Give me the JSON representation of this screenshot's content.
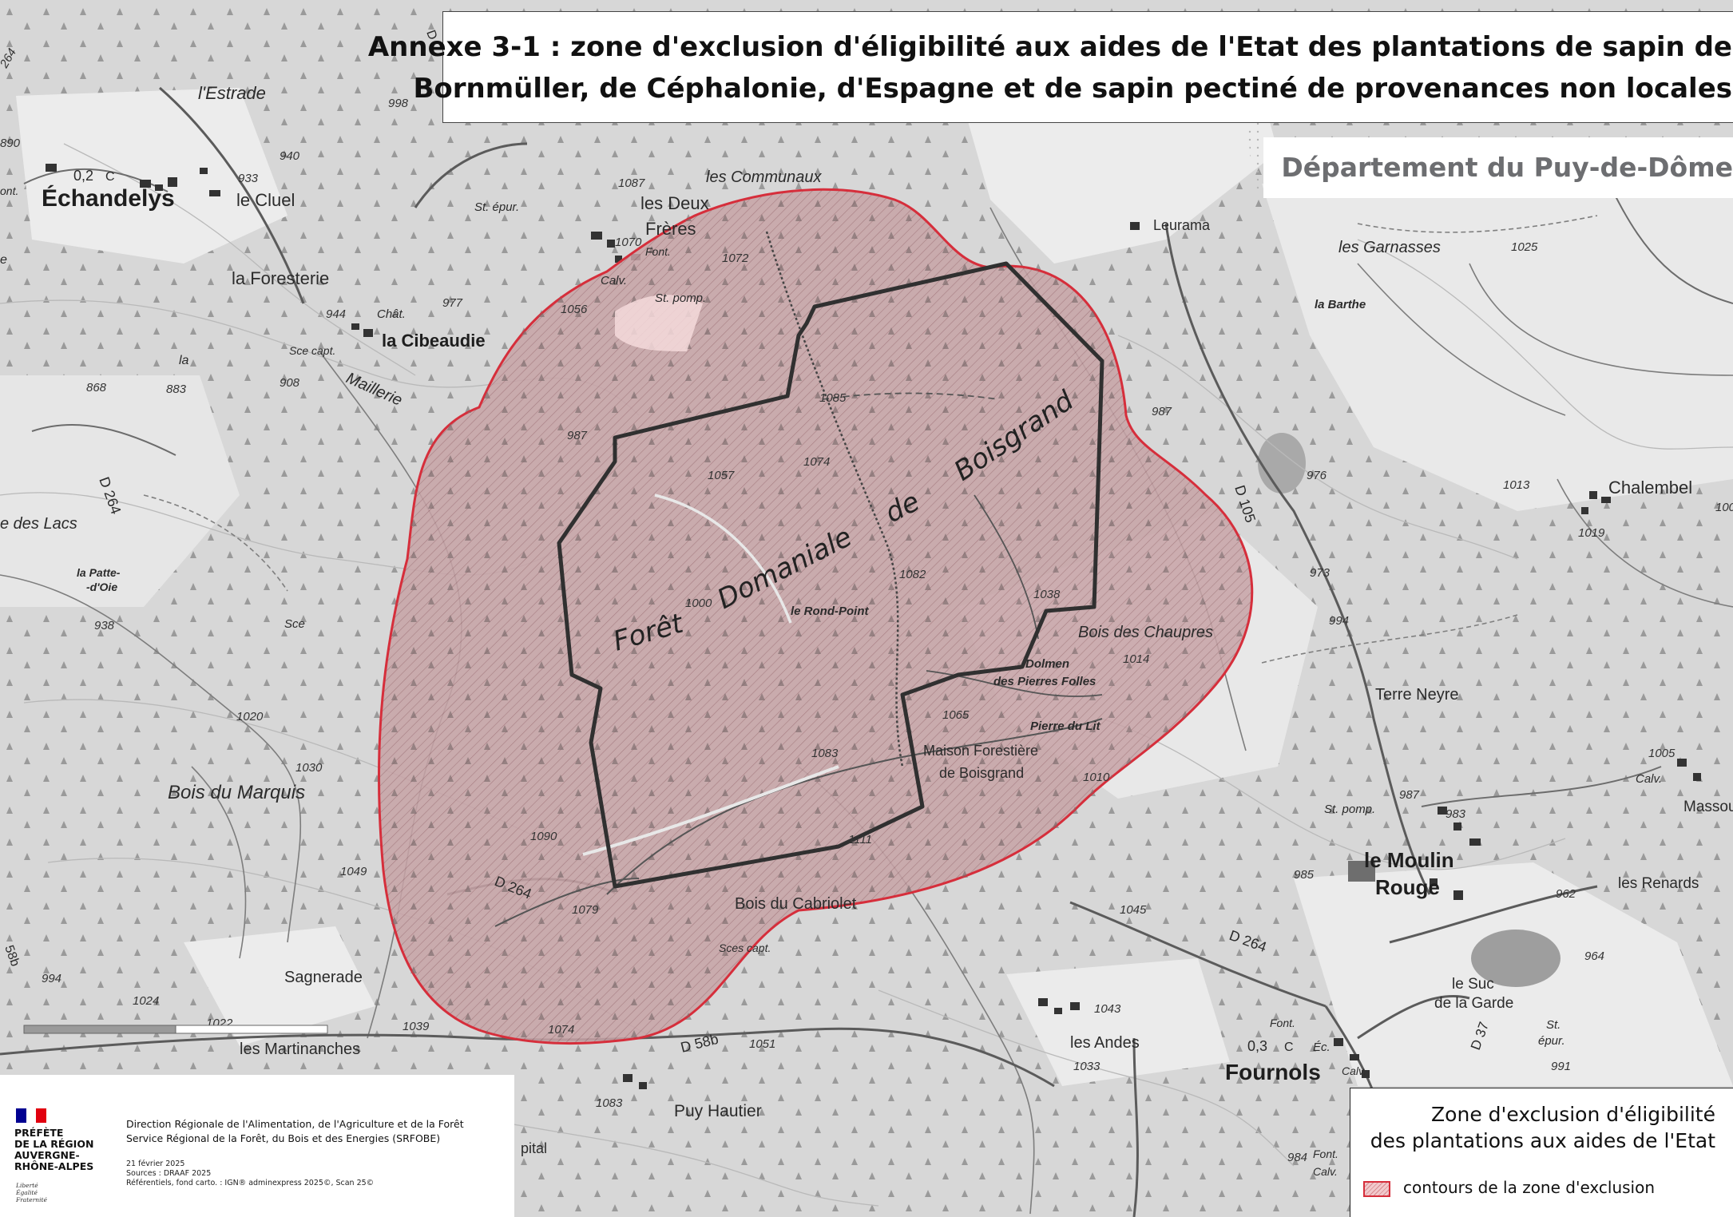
{
  "title": {
    "line1": "Annexe 3-1 : zone d'exclusion d'éligibilité aux aides de l'Etat des plantations de sapin de",
    "line2": "Bornmüller, de Céphalonie, d'Espagne et de sapin pectiné de provenances non locales"
  },
  "department": "Département du Puy-de-Dôme",
  "legend": {
    "title_line1": "Zone d'exclusion d'éligibilité",
    "title_line2": "des plantations aux aides de l'Etat",
    "item_label": "contours de la zone d'exclusion",
    "zone_stroke": "#d62e3b",
    "zone_fill": "#b98b8f"
  },
  "footer": {
    "prefecture": [
      "PRÉFÈTE",
      "DE LA RÉGION",
      "AUVERGNE-",
      "RHÔNE-ALPES"
    ],
    "devise": [
      "Liberté",
      "Égalité",
      "Fraternité"
    ],
    "org_line1": "Direction Régionale de l'Alimentation, de l'Agriculture et de la Forêt",
    "org_line2": "Service Régional de la Forêt, du Bois et des Energies (SRFOBE)",
    "date": "21 février 2025",
    "sources": "Sources : DRAAF 2025",
    "referentiels": "Référentiels, fond carto. : IGN® adminexpress 2025©, Scan 25©",
    "flag_colors": [
      "#000091",
      "#ffffff",
      "#e1000f"
    ]
  },
  "forest": {
    "word1": "Forêt",
    "word2": "Domaniale",
    "word3": "de",
    "word4": "Boisgrand"
  },
  "places": {
    "echandelys": "Échandelys",
    "estrade": "l'Estrade",
    "cluel": "le Cluel",
    "foresterie": "la Foresterie",
    "cibeaudie": "la Cibeaudie",
    "chat": "Chât.",
    "sce_capt": "Sce capt.",
    "maillerie": "Maillerie",
    "deux_freres_1": "les Deux",
    "deux_freres_2": "Frères",
    "communaux": "les Communaux",
    "st_epur": "St. épur.",
    "font": "Font.",
    "calv": "Calv.",
    "st_pomp": "St. pomp.",
    "leurama": "Leurama",
    "garnasses": "les Garnasses",
    "la_barthe": "la Barthe",
    "chalembel": "Chalembel",
    "rond_point": "le Rond-Point",
    "bois_chaupres": "Bois des Chaupres",
    "dolmen_1": "Dolmen",
    "dolmen_2": "des Pierres Folles",
    "pierre_lit": "Pierre du Lit",
    "maison_1": "Maison Forestière",
    "maison_2": "de Boisgrand",
    "terre_neyre": "Terre Neyre",
    "moulin_1": "le Moulin",
    "moulin_2": "Rouge",
    "st_pomp2": "St. pomp.",
    "renards": "les Renards",
    "massou": "Massou",
    "calv2": "Calv.",
    "suc_1": "le Suc",
    "suc_2": "de la Garde",
    "st_epur2_1": "St.",
    "st_epur2_2": "épur.",
    "fournols": "Fournols",
    "fournols_code": "0,3",
    "fournols_c": "C",
    "ec": "Éc.",
    "font2": "Font.",
    "calv3": "Calv.",
    "font3": "Font.",
    "calv4": "Calv.",
    "andes": "les Andes",
    "bois_marquis": "Bois du Marquis",
    "bois_cabriolet": "Bois du Cabriolet",
    "sces_capt": "Sces capt.",
    "sagnerade": "Sagnerade",
    "martinanches": "les Martinanches",
    "puy_hautier": "Puy Hautier",
    "pital": "pital",
    "des_lacs": "e des Lacs",
    "patte_1": "la Patte-",
    "patte_2": "-d'Oie",
    "sce": "Sce",
    "la": "la",
    "echandelys_code": "0,2",
    "echandelys_c": "C",
    "ont": "ont.",
    "e_left": "e",
    "d264_a": "D 264",
    "d264_b": "D 264",
    "d264_c": "D 264",
    "d105": "D 105",
    "d58b": "D 58b",
    "d58b_left": "58b",
    "d37": "D 37",
    "d_top": "D"
  },
  "altitudes": {
    "a264": "264",
    "a890": "890",
    "a998": "998",
    "a940": "940",
    "a933": "933",
    "a1087": "1087",
    "a1070": "1070",
    "a1072": "1072",
    "a1056": "1056",
    "a977": "977",
    "a944": "944",
    "a908": "908",
    "a868": "868",
    "a883": "883",
    "a987": "987",
    "a1085": "1085",
    "a1074": "1074",
    "a1057": "1057",
    "a1082": "1082",
    "a1038": "1038",
    "a987b": "987",
    "a976": "976",
    "a1013": "1013",
    "a1019": "1019",
    "a1025": "1025",
    "a973": "973",
    "a994": "994",
    "a1014": "1014",
    "a1065": "1065",
    "a1083": "1083",
    "a1010": "1010",
    "a1111": "1111",
    "a1090": "1090",
    "a1079": "1079",
    "a938": "938",
    "a1020": "1020",
    "a1030": "1030",
    "a1049": "1049",
    "a994b": "994",
    "a1024": "1024",
    "a1022": "1022",
    "a1039": "1039",
    "a1074b": "1074",
    "a1051": "1051",
    "a1083b": "1083",
    "a1045": "1045",
    "a1043": "1043",
    "a1033": "1033",
    "a987c": "987",
    "a983": "983",
    "a985": "985",
    "a962": "962",
    "a964": "964",
    "a1005": "1005",
    "a991": "991",
    "a984": "984",
    "a1000": "1000",
    "a100x": "100"
  }
}
